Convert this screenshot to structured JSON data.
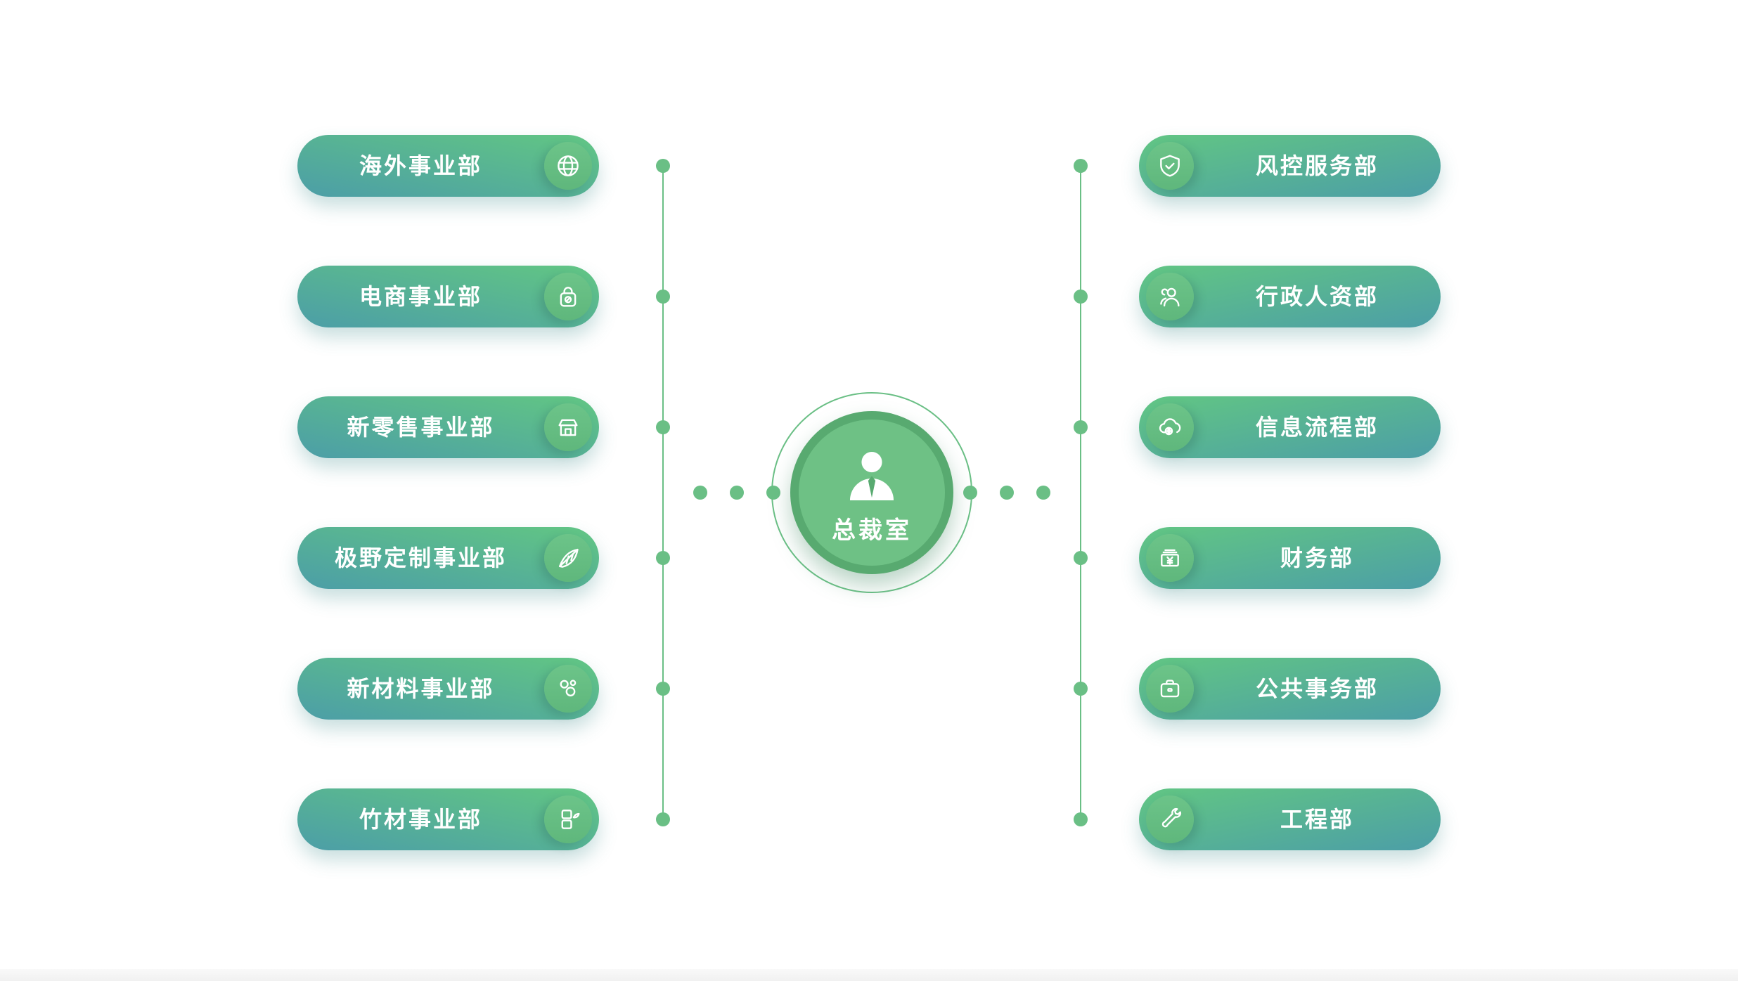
{
  "center": {
    "label": "总裁室"
  },
  "branches": {
    "left": [
      {
        "label": "海外事业部",
        "icon": "globe-icon"
      },
      {
        "label": "电商事业部",
        "icon": "shopping-bag-icon"
      },
      {
        "label": "新零售事业部",
        "icon": "storefront-icon"
      },
      {
        "label": "极野定制事业部",
        "icon": "bamboo-shoot-icon"
      },
      {
        "label": "新材料事业部",
        "icon": "molecules-icon"
      },
      {
        "label": "竹材事业部",
        "icon": "bamboo-stalk-icon"
      }
    ],
    "right": [
      {
        "label": "风控服务部",
        "icon": "shield-check-icon"
      },
      {
        "label": "行政人资部",
        "icon": "people-icon"
      },
      {
        "label": "信息流程部",
        "icon": "cloud-network-icon"
      },
      {
        "label": "财务部",
        "icon": "cash-yen-icon"
      },
      {
        "label": "公共事务部",
        "icon": "briefcase-icon"
      },
      {
        "label": "工程部",
        "icon": "wrench-icon"
      }
    ]
  },
  "colors": {
    "pill_gradient_start": "#60c386",
    "pill_gradient_end": "#4c9ea7",
    "icon_circle": "#65bf81",
    "connector": "#6abf85",
    "center_ring": "#6abf85",
    "center_circle_rim": "#58aa70",
    "center_circle_fill": "#6ec185",
    "text": "#ffffff",
    "background": "#ffffff"
  }
}
